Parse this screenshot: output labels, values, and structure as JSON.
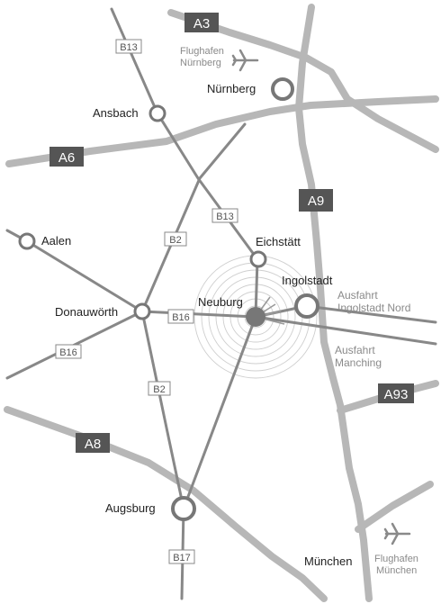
{
  "colors": {
    "motorway": "#b7b7b7",
    "road": "#888888",
    "badge_motorway": "#555555",
    "badge_road_border": "#888888",
    "city_ring": "#777777",
    "center_dot": "#777777"
  },
  "cities": {
    "nuernberg": "Nürnberg",
    "ansbach": "Ansbach",
    "aalen": "Aalen",
    "eichstaett": "Eichstätt",
    "donauwoerth": "Donauwörth",
    "neuburg": "Neuburg",
    "ingolstadt": "Ingolstadt",
    "augsburg": "Augsburg",
    "muenchen": "München"
  },
  "airports": {
    "nuernberg_line1": "Flughafen",
    "nuernberg_line2": "Nürnberg",
    "muenchen_line1": "Flughafen",
    "muenchen_line2": "München",
    "icon": "airplane-icon"
  },
  "exits": {
    "ingolstadt_nord_line1": "Ausfahrt",
    "ingolstadt_nord_line2": "Ingolstadt Nord",
    "manching_line1": "Ausfahrt",
    "manching_line2": "Manching"
  },
  "motorways": {
    "a3": "A3",
    "a6": "A6",
    "a9": "A9",
    "a8": "A8",
    "a93": "A93"
  },
  "roads": {
    "b13_north": "B13",
    "b13_south": "B13",
    "b2_north": "B2",
    "b2_south": "B2",
    "b16_east": "B16",
    "b16_west": "B16",
    "b17": "B17"
  }
}
